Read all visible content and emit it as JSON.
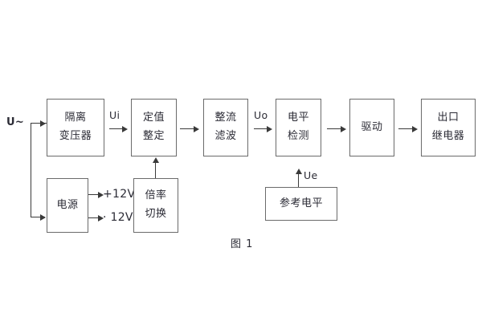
{
  "figure": {
    "caption": "图 1",
    "background": "#ffffff",
    "box_border_color": "#6b6b6b",
    "line_color": "#3a3a3a",
    "text_color": "#2b2b35"
  },
  "input": {
    "source_label": "U~"
  },
  "blocks": [
    {
      "id": "isolation-transformer",
      "lines": [
        "隔离",
        "变压器"
      ]
    },
    {
      "id": "setting-adjustment",
      "lines": [
        "定值",
        "整定"
      ]
    },
    {
      "id": "rectifier-filter",
      "lines": [
        "整流",
        "滤波"
      ]
    },
    {
      "id": "level-detection",
      "lines": [
        "电平",
        "检测"
      ]
    },
    {
      "id": "driver",
      "lines": [
        "驱动"
      ]
    },
    {
      "id": "output-relay",
      "lines": [
        "出口",
        "继电器"
      ]
    },
    {
      "id": "power-supply",
      "lines": [
        "电源"
      ]
    },
    {
      "id": "multiplier-switch",
      "lines": [
        "倍率",
        "切换"
      ]
    },
    {
      "id": "reference-level",
      "lines": [
        "参考电平"
      ]
    }
  ],
  "signals": {
    "ui": "Ui",
    "uo": "Uo",
    "ue": "Ue",
    "rail_positive": "+12V",
    "rail_negative": "· 12V"
  }
}
